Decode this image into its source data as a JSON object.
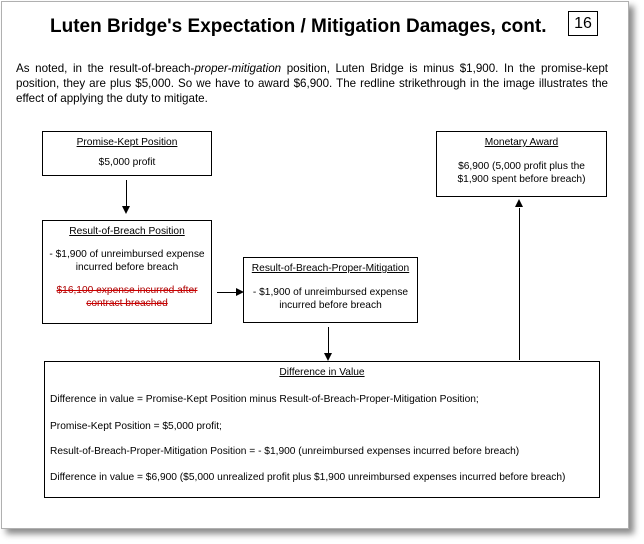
{
  "header": {
    "title": "Luten Bridge's Expectation / Mitigation Damages, cont.",
    "page_number": "16"
  },
  "intro": {
    "part1": "As noted, in the result-of-breach-",
    "emphasis": "proper-mitigation",
    "part2": " position, Luten Bridge is minus $1,900. In the promise-kept position, they are plus $5,000. So we have to award $6,900. The redline strikethrough in the image illustrates the effect of applying the duty to mitigate."
  },
  "diagram": {
    "promise_kept": {
      "title": "Promise-Kept Position",
      "text": "$5,000 profit"
    },
    "result_of_breach": {
      "title": "Result-of-Breach Position",
      "text": "- $1,900 of unreimbursed expense incurred before breach",
      "struck": "$16,100 expense incurred after contract breached"
    },
    "proper_mitigation": {
      "title": "Result-of-Breach-Proper-Mitigation",
      "text": "- $1,900 of unreimbursed expense incurred before breach"
    },
    "monetary_award": {
      "title": "Monetary Award",
      "text": "$6,900 (5,000 profit plus the $1,900 spent before breach)"
    },
    "difference": {
      "title": "Difference in Value",
      "line1": "Difference in value = Promise-Kept Position minus Result-of-Breach-Proper-Mitigation Position;",
      "line2": "Promise-Kept Position = $5,000 profit;",
      "line3": "Result-of-Breach-Proper-Mitigation Position  = - $1,900 (unreimbursed expenses incurred before breach)",
      "line4": "Difference in value = $6,900 ($5,000 unrealized profit plus $1,900 unreimbursed expenses incurred before breach)"
    },
    "strike_color": "#cc0000"
  }
}
